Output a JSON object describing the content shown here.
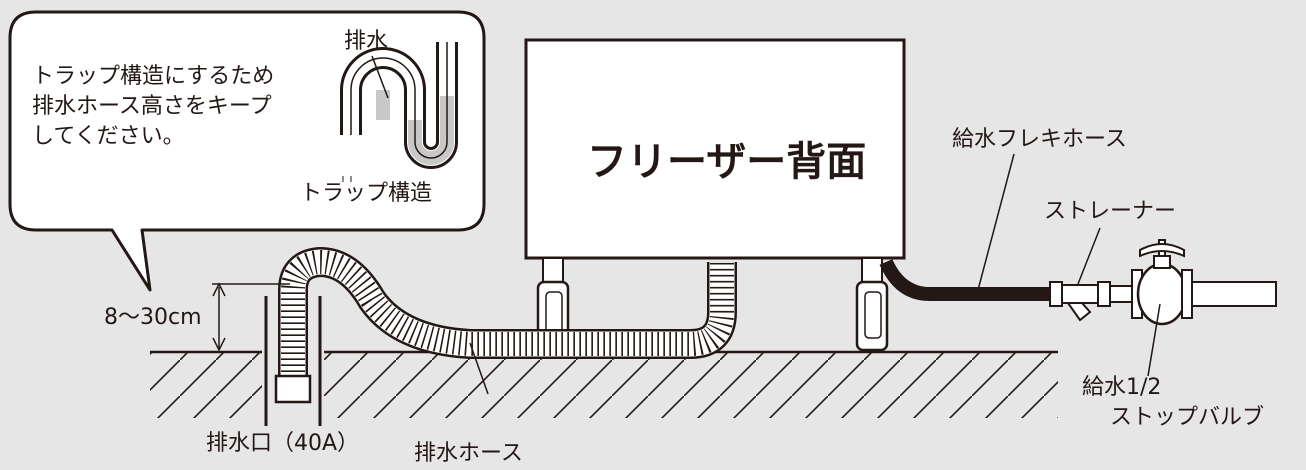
{
  "callout": {
    "lines": [
      "トラップ構造にするため",
      "排水ホース高さをキープ",
      "してください。"
    ],
    "drain_label": "排水",
    "trap_label": "トラップ構造"
  },
  "freezer": {
    "title": "フリーザー背面"
  },
  "labels": {
    "height": "8〜30cm",
    "drain_outlet": "排水口（40A）",
    "drain_hose": "排水ホース",
    "supply_flex_hose": "給水フレキホース",
    "strainer": "ストレーナー",
    "stop_valve_line1": "給水1/2",
    "stop_valve_line2": "ストップバルブ"
  }
}
